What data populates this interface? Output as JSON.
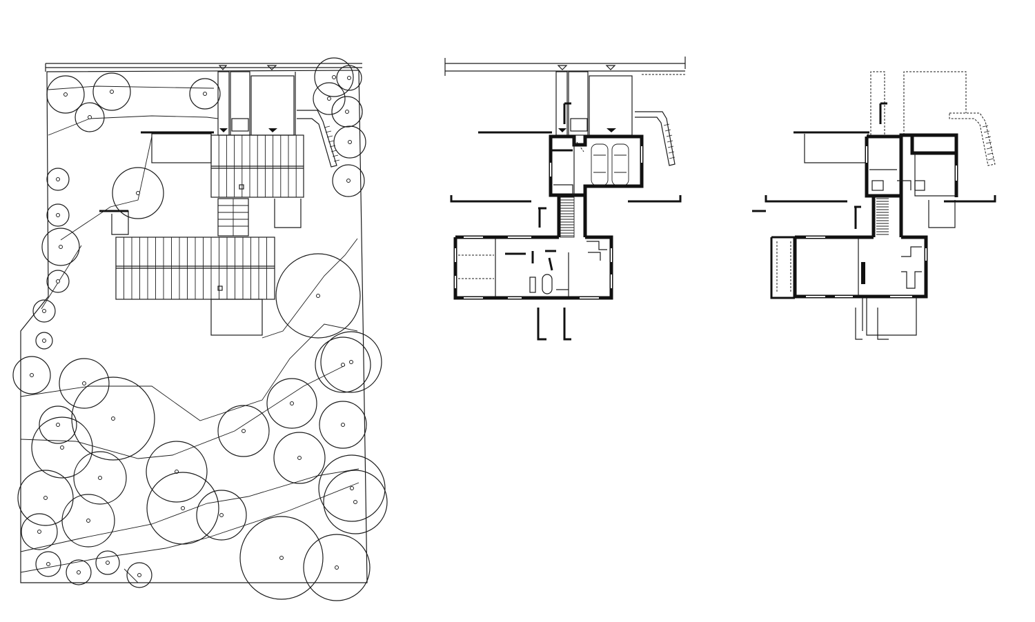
{
  "drawing": {
    "panels": [
      "site-plan",
      "ground-floor-plan",
      "upper-floor-plan"
    ],
    "colors": {
      "line": "#1a1a1a",
      "wall": "#111111",
      "background": "#ffffff"
    },
    "icons": [
      "tree-canopy-icon",
      "entry-triangle-icon",
      "car-icon",
      "stair-icon",
      "bathtub-icon"
    ]
  }
}
